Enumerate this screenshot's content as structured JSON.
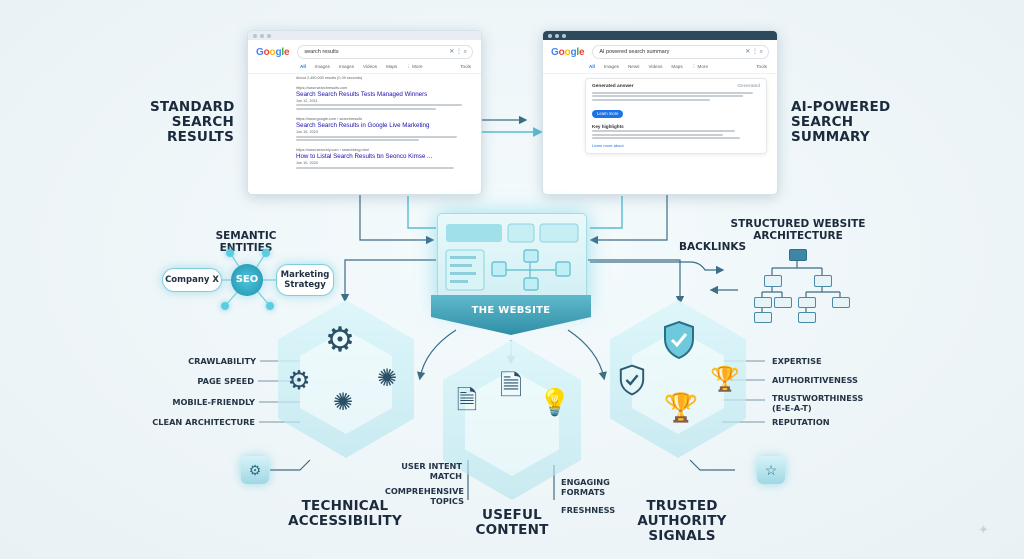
{
  "headings": {
    "standard_search": "STANDARD\nSEARCH\nRESULTS",
    "ai_summary": "AI-POWERED\nSEARCH\nSUMMARY",
    "semantic_entities": "SEMANTIC\nENTITIES",
    "structured_architecture": "STRUCTURED WEBSITE\nARCHITECTURE",
    "backlinks": "BACKLINKS",
    "website": "THE WEBSITE",
    "technical": "TECHNICAL\nACCESSIBILITY",
    "useful": "USEFUL\nCONTENT",
    "trusted": "TRUSTED\nAUTHORITY SIGNALS"
  },
  "entities": {
    "company": "Company X",
    "seo": "SEO",
    "marketing": "Marketing\nStrategy"
  },
  "technical_items": [
    "CRAWLABILITY",
    "PAGE SPEED",
    "MOBILE-FRIENDLY",
    "CLEAN ARCHITECTURE"
  ],
  "content_items": {
    "intent": "USER INTENT\nMATCH",
    "topics": "COMPREHENSIVE\nTOPICS",
    "formats": "ENGAGING\nFORMATS",
    "freshness": "FRESHNESS"
  },
  "trust_items": [
    "EXPERTISE",
    "AUTHORITIVENESS",
    "TRUSTWORTHINESS\n(E-E-A-T)",
    "REPUTATION"
  ],
  "standard_browser": {
    "logo": [
      "G",
      "o",
      "o",
      "g",
      "l",
      "e"
    ],
    "query": "search results",
    "tabs": [
      "All",
      "Images",
      "Images",
      "Videos",
      "Maps",
      "⋮ More",
      "Tools"
    ],
    "stats": "About 2,450,000 results (0.39 seconds)",
    "results": [
      {
        "url": "https://www.searchresults.com",
        "title": "Search Search Results Tests Managed Winners",
        "date": "Jun 12, 2011"
      },
      {
        "url": "https://www.google.com › searchresults",
        "title": "Search Search Results in Google Live Marketing",
        "date": "Jun 15, 2023"
      },
      {
        "url": "https://www.searchly.com › searchblog.html",
        "title": "How to Listal Search Results bn Seonco Kimse ...",
        "date": "Jun 10, 2020"
      }
    ]
  },
  "ai_browser": {
    "logo": [
      "G",
      "o",
      "o",
      "g",
      "l",
      "e"
    ],
    "query": "AI powered search summary",
    "tabs": [
      "All",
      "Images",
      "News",
      "Videos",
      "Maps",
      "⋮ More",
      "Tools"
    ],
    "box_title": "Generated answer",
    "box_tag": "Generated",
    "button": "Learn more",
    "highlights": "Key highlights",
    "learn_more": "Learn more about"
  },
  "icons": {
    "gear": "gear-icon",
    "shield": "shield-check-icon",
    "trophy": "trophy-icon",
    "document": "document-icon",
    "bulb": "lightbulb-icon",
    "star": "star-icon"
  },
  "colors": {
    "accent": "#35a9c2",
    "heading": "#1b2a3c",
    "wire": "#3e6d86",
    "glow": "#7fd6e4"
  }
}
